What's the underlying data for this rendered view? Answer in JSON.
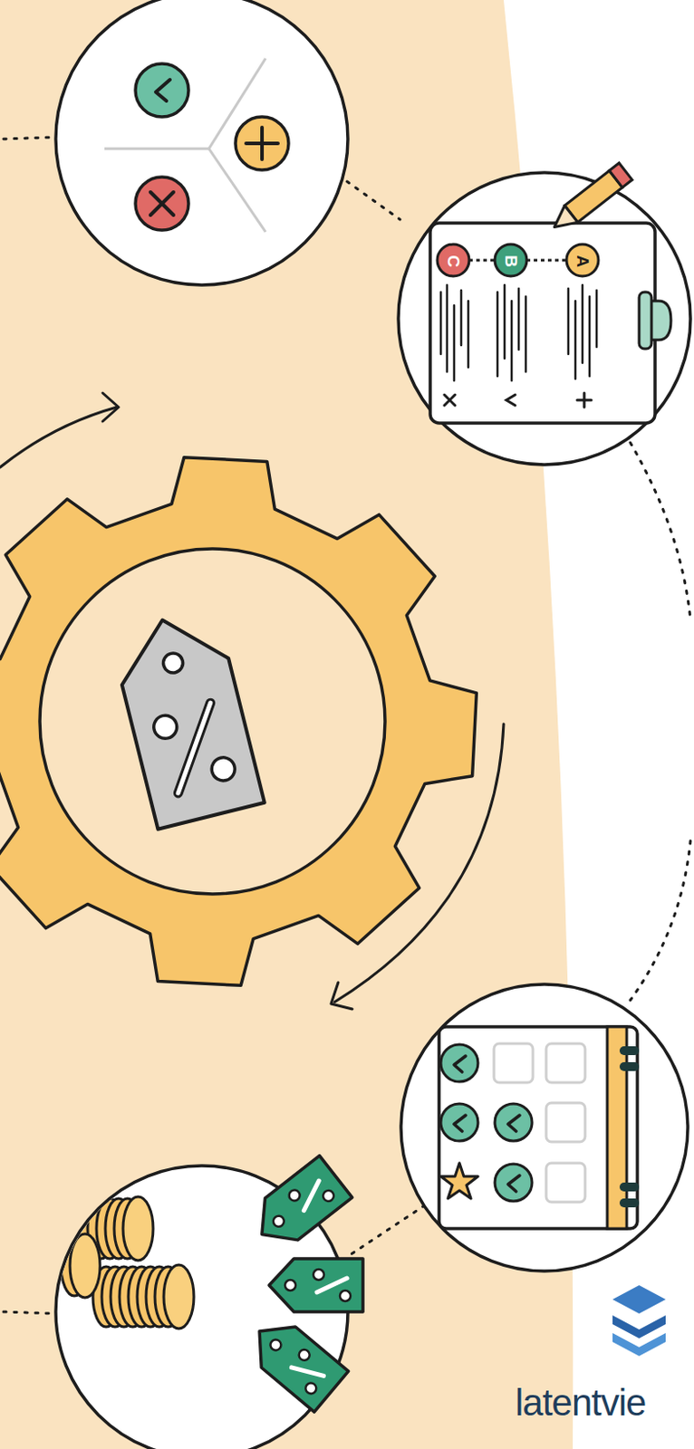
{
  "diagram": {
    "labels": [
      "C",
      "B",
      "A",
      "latentvie"
    ]
  }
}
